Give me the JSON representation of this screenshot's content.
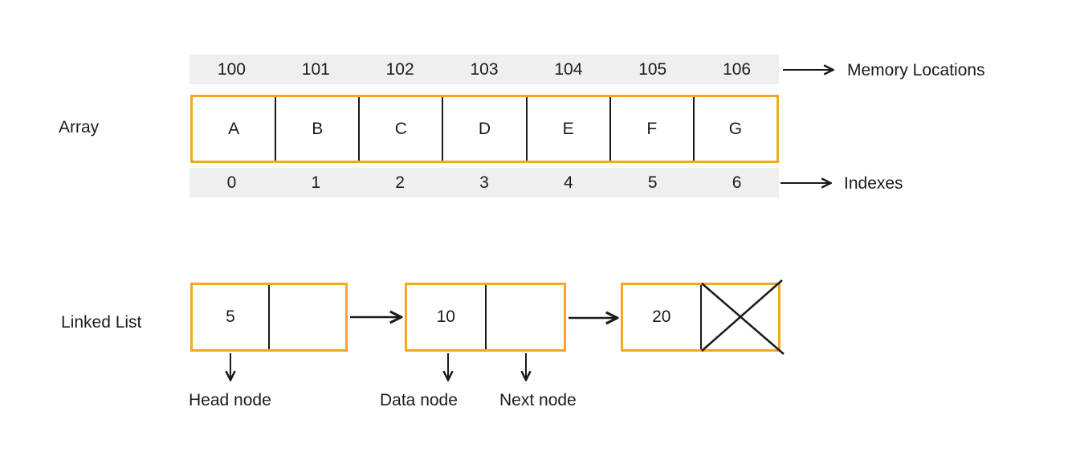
{
  "colors": {
    "accent": "#f5a623",
    "strip": "#efefef",
    "ink": "#1b1b1b",
    "line": "#1a1a1a",
    "bg": "#ffffff"
  },
  "array_section": {
    "label": "Array",
    "memory_locations": [
      "100",
      "101",
      "102",
      "103",
      "104",
      "105",
      "106"
    ],
    "elements": [
      "A",
      "B",
      "C",
      "D",
      "E",
      "F",
      "G"
    ],
    "indexes": [
      "0",
      "1",
      "2",
      "3",
      "4",
      "5",
      "6"
    ],
    "memory_caption": "Memory Locations",
    "index_caption": "Indexes"
  },
  "linked_list_section": {
    "label": "Linked List",
    "nodes": [
      {
        "data": "5"
      },
      {
        "data": "10"
      },
      {
        "data": "20",
        "next": "null"
      }
    ],
    "captions": {
      "head": "Head node",
      "data": "Data node",
      "next": "Next node"
    }
  }
}
